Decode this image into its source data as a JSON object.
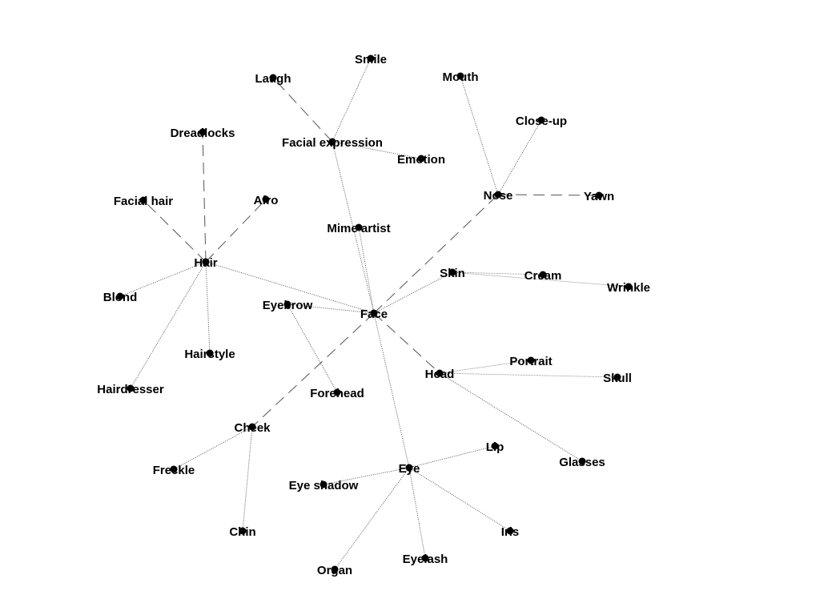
{
  "graph": {
    "nodes": [
      {
        "id": "face",
        "label": "Face"
      },
      {
        "id": "smile",
        "label": "Smile"
      },
      {
        "id": "laugh",
        "label": "Laugh"
      },
      {
        "id": "mouth",
        "label": "Mouth"
      },
      {
        "id": "closeup",
        "label": "Close-up"
      },
      {
        "id": "facial_expression",
        "label": "Facial expression"
      },
      {
        "id": "emotion",
        "label": "Emotion"
      },
      {
        "id": "dreadlocks",
        "label": "Dreadlocks"
      },
      {
        "id": "facial_hair",
        "label": "Facial hair"
      },
      {
        "id": "afro",
        "label": "Afro"
      },
      {
        "id": "nose",
        "label": "Nose"
      },
      {
        "id": "yawn",
        "label": "Yawn"
      },
      {
        "id": "mime_artist",
        "label": "Mime artist"
      },
      {
        "id": "hair",
        "label": "Hair"
      },
      {
        "id": "skin",
        "label": "Skin"
      },
      {
        "id": "cream",
        "label": "Cream"
      },
      {
        "id": "wrinkle",
        "label": "Wrinkle"
      },
      {
        "id": "blond",
        "label": "Blond"
      },
      {
        "id": "eyebrow",
        "label": "Eyebrow"
      },
      {
        "id": "hairstyle",
        "label": "Hairstyle"
      },
      {
        "id": "portrait",
        "label": "Portrait"
      },
      {
        "id": "head",
        "label": "Head"
      },
      {
        "id": "skull",
        "label": "Skull"
      },
      {
        "id": "hairdresser",
        "label": "Hairdresser"
      },
      {
        "id": "forehead",
        "label": "Forehead"
      },
      {
        "id": "cheek",
        "label": "Cheek"
      },
      {
        "id": "lip",
        "label": "Lip"
      },
      {
        "id": "freckle",
        "label": "Freckle"
      },
      {
        "id": "eye",
        "label": "Eye"
      },
      {
        "id": "glasses",
        "label": "Glasses"
      },
      {
        "id": "eye_shadow",
        "label": "Eye shadow"
      },
      {
        "id": "chin",
        "label": "Chin"
      },
      {
        "id": "iris",
        "label": "Iris"
      },
      {
        "id": "eyelash",
        "label": "Eyelash"
      },
      {
        "id": "organ",
        "label": "Organ"
      }
    ],
    "edges": [
      {
        "source": "face",
        "target": "nose",
        "style": "dashed"
      },
      {
        "source": "face",
        "target": "cheek",
        "style": "dashed"
      },
      {
        "source": "face",
        "target": "head",
        "style": "dashed"
      },
      {
        "source": "face",
        "target": "hair",
        "style": "dotted"
      },
      {
        "source": "face",
        "target": "skin",
        "style": "dotted"
      },
      {
        "source": "face",
        "target": "eyebrow",
        "style": "dotted"
      },
      {
        "source": "face",
        "target": "mime_artist",
        "style": "dotted"
      },
      {
        "source": "face",
        "target": "facial_expression",
        "style": "dotted"
      },
      {
        "source": "face",
        "target": "eye",
        "style": "dotted"
      },
      {
        "source": "facial_expression",
        "target": "smile",
        "style": "dotted"
      },
      {
        "source": "facial_expression",
        "target": "laugh",
        "style": "dashed"
      },
      {
        "source": "facial_expression",
        "target": "emotion",
        "style": "dotted"
      },
      {
        "source": "nose",
        "target": "mouth",
        "style": "dotted"
      },
      {
        "source": "nose",
        "target": "closeup",
        "style": "dotted"
      },
      {
        "source": "nose",
        "target": "yawn",
        "style": "dashed"
      },
      {
        "source": "hair",
        "target": "dreadlocks",
        "style": "dashed"
      },
      {
        "source": "hair",
        "target": "facial_hair",
        "style": "dashed"
      },
      {
        "source": "hair",
        "target": "afro",
        "style": "dashed"
      },
      {
        "source": "hair",
        "target": "blond",
        "style": "dotted"
      },
      {
        "source": "hair",
        "target": "hairstyle",
        "style": "dotted"
      },
      {
        "source": "hair",
        "target": "hairdresser",
        "style": "dotted"
      },
      {
        "source": "skin",
        "target": "cream",
        "style": "thin"
      },
      {
        "source": "skin",
        "target": "wrinkle",
        "style": "thin"
      },
      {
        "source": "eyebrow",
        "target": "forehead",
        "style": "dotted"
      },
      {
        "source": "head",
        "target": "portrait",
        "style": "thin"
      },
      {
        "source": "head",
        "target": "skull",
        "style": "thin"
      },
      {
        "source": "head",
        "target": "glasses",
        "style": "dotted"
      },
      {
        "source": "cheek",
        "target": "freckle",
        "style": "dotted"
      },
      {
        "source": "cheek",
        "target": "chin",
        "style": "dotted"
      },
      {
        "source": "eye",
        "target": "lip",
        "style": "dotted"
      },
      {
        "source": "eye",
        "target": "eye_shadow",
        "style": "dotted"
      },
      {
        "source": "eye",
        "target": "iris",
        "style": "dotted"
      },
      {
        "source": "eye",
        "target": "eyelash",
        "style": "dotted"
      },
      {
        "source": "eye",
        "target": "organ",
        "style": "dotted"
      }
    ]
  }
}
